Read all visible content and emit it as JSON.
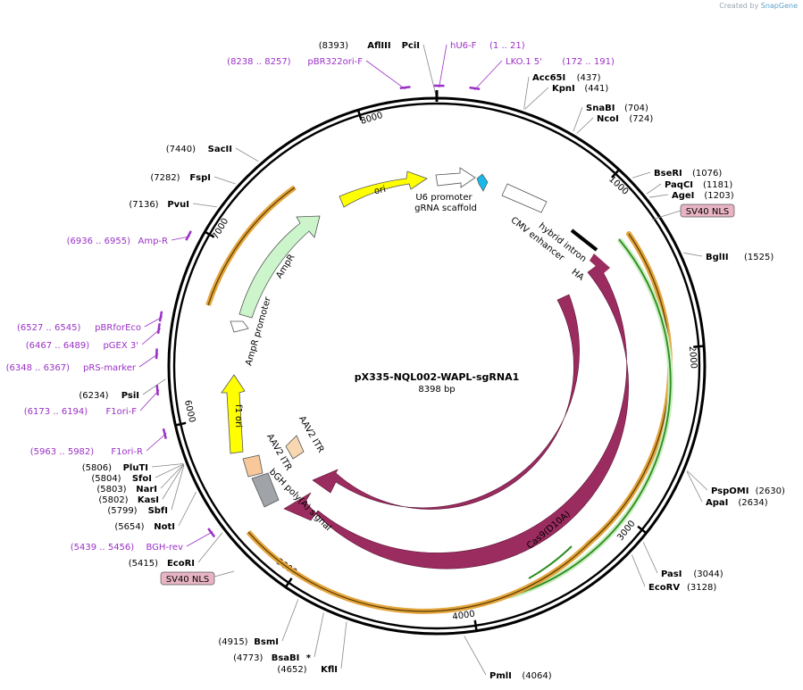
{
  "watermark": {
    "prefix": "Created by",
    "brand": "SnapGene"
  },
  "plasmid": {
    "name": "pX335-NQL002-WAPL-sgRNA1",
    "length_label": "8398 bp",
    "length": 8398
  },
  "ticks": [
    {
      "pos": 1000,
      "label": "1000"
    },
    {
      "pos": 2000,
      "label": "2000"
    },
    {
      "pos": 3000,
      "label": "3000"
    },
    {
      "pos": 4000,
      "label": "4000"
    },
    {
      "pos": 5000,
      "label": "5000"
    },
    {
      "pos": 6000,
      "label": "6000"
    },
    {
      "pos": 7000,
      "label": "7000"
    },
    {
      "pos": 8000,
      "label": "8000"
    }
  ],
  "sites": [
    {
      "id": "afliii",
      "name": "AflIII",
      "extra": "PciI",
      "coord": "(8393)",
      "pos": 8393,
      "side": "left"
    },
    {
      "id": "acc65i",
      "name": "Acc65I",
      "coord": "(437)",
      "pos": 437,
      "side": "right"
    },
    {
      "id": "kpni",
      "name": "KpnI",
      "coord": "(441)",
      "pos": 441,
      "side": "right"
    },
    {
      "id": "snabi",
      "name": "SnaBI",
      "coord": "(704)",
      "pos": 704,
      "side": "right"
    },
    {
      "id": "ncoi",
      "name": "NcoI",
      "coord": "(724)",
      "pos": 724,
      "side": "right"
    },
    {
      "id": "bseri",
      "name": "BseRI",
      "coord": "(1076)",
      "pos": 1076,
      "side": "right"
    },
    {
      "id": "paqci",
      "name": "PaqCI",
      "coord": "(1181)",
      "pos": 1181,
      "side": "right"
    },
    {
      "id": "agei",
      "name": "AgeI",
      "coord": "(1203)",
      "pos": 1203,
      "side": "right"
    },
    {
      "id": "bglii",
      "name": "BglII",
      "coord": "(1525)",
      "pos": 1525,
      "side": "right"
    },
    {
      "id": "pspomi",
      "name": "PspOMI",
      "coord": "(2630)",
      "pos": 2630,
      "side": "right"
    },
    {
      "id": "apai",
      "name": "ApaI",
      "coord": "(2634)",
      "pos": 2634,
      "side": "right"
    },
    {
      "id": "pasi",
      "name": "PasI",
      "coord": "(3044)",
      "pos": 3044,
      "side": "right"
    },
    {
      "id": "ecorv",
      "name": "EcoRV",
      "coord": "(3128)",
      "pos": 3128,
      "side": "right"
    },
    {
      "id": "pmli",
      "name": "PmlI",
      "coord": "(4064)",
      "pos": 4064,
      "side": "right"
    },
    {
      "id": "kfli",
      "name": "KflI",
      "coord": "(4652)",
      "pos": 4652,
      "side": "left"
    },
    {
      "id": "bsabi",
      "name": "BsaBI",
      "extra": "*",
      "coord": "(4773)",
      "pos": 4773,
      "side": "left"
    },
    {
      "id": "bsmi",
      "name": "BsmI",
      "coord": "(4915)",
      "pos": 4915,
      "side": "left"
    },
    {
      "id": "ecori",
      "name": "EcoRI",
      "coord": "(5415)",
      "pos": 5415,
      "side": "left"
    },
    {
      "id": "noti",
      "name": "NotI",
      "coord": "(5654)",
      "pos": 5654,
      "side": "left"
    },
    {
      "id": "sbfi",
      "name": "SbfI",
      "coord": "(5799)",
      "pos": 5799,
      "side": "left"
    },
    {
      "id": "kasi",
      "name": "KasI",
      "coord": "(5802)",
      "pos": 5802,
      "side": "left"
    },
    {
      "id": "nari",
      "name": "NarI",
      "coord": "(5803)",
      "pos": 5803,
      "side": "left"
    },
    {
      "id": "sfoi",
      "name": "SfoI",
      "coord": "(5804)",
      "pos": 5804,
      "side": "left"
    },
    {
      "id": "pluti",
      "name": "PluTI",
      "coord": "(5806)",
      "pos": 5806,
      "side": "left"
    },
    {
      "id": "psii",
      "name": "PsiI",
      "coord": "(6234)",
      "pos": 6234,
      "side": "left"
    },
    {
      "id": "pvui",
      "name": "PvuI",
      "coord": "(7136)",
      "pos": 7136,
      "side": "left"
    },
    {
      "id": "fspi",
      "name": "FspI",
      "coord": "(7282)",
      "pos": 7282,
      "side": "left"
    },
    {
      "id": "sacii",
      "name": "SacII",
      "coord": "(7440)",
      "pos": 7440,
      "side": "left"
    }
  ],
  "primers": [
    {
      "id": "hu6f",
      "name": "hU6-F",
      "coord": "(1 .. 21)",
      "pos": 11
    },
    {
      "id": "lko15",
      "name": "LKO.1 5'",
      "coord": "(172 .. 191)",
      "pos": 181
    },
    {
      "id": "pbr322ori",
      "name": "pBR322ori-F",
      "coord": "(8238 .. 8257)",
      "pos": 8247
    },
    {
      "id": "ampr",
      "name": "Amp-R",
      "coord": "(6936 .. 6955)",
      "pos": 6945
    },
    {
      "id": "pbrforeco",
      "name": "pBRforEco",
      "coord": "(6527 .. 6545)",
      "pos": 6536
    },
    {
      "id": "pgex3",
      "name": "pGEX 3'",
      "coord": "(6467 .. 6489)",
      "pos": 6478
    },
    {
      "id": "prsmarker",
      "name": "pRS-marker",
      "coord": "(6348 .. 6367)",
      "pos": 6357
    },
    {
      "id": "f1orif",
      "name": "F1ori-F",
      "coord": "(6173 .. 6194)",
      "pos": 6183
    },
    {
      "id": "f1orir",
      "name": "F1ori-R",
      "coord": "(5963 .. 5982)",
      "pos": 5972
    },
    {
      "id": "bghrev",
      "name": "BGH-rev",
      "coord": "(5439 .. 5456)",
      "pos": 5447
    }
  ],
  "features": {
    "ori": "ori",
    "u6_promoter": "U6 promoter",
    "grna_scaffold": "gRNA scaffold",
    "cmv_enhancer": "CMV enhancer",
    "hybrid_intron": "hybrid intron",
    "ha": "HA",
    "ampr": "AmpR",
    "ampr_promoter": "AmpR promoter",
    "f1_ori": "f1 ori",
    "aav2_itr_1": "AAV2 ITR",
    "aav2_itr_2": "AAV2 ITR",
    "bgh_polya": "bGH poly(A) signal",
    "cas9": "Cas9",
    "cas9_d10a": "Cas9(D10A)",
    "sv40_nls_1": "SV40 NLS",
    "sv40_nls_2": "SV40 NLS"
  },
  "colors": {
    "backbone": "#000000",
    "primer": "#9a30c6",
    "cas9": "#9b2c5f",
    "ori": "#ffff00",
    "ampr": "#ccf5cc",
    "orf_orange": "#e3a43c",
    "orf_green": "#2e8b1e",
    "itr": "#f8d8b0",
    "polya": "#a0a4a8",
    "grna": "#1ab8e8",
    "nls": "#e8b4c4"
  }
}
